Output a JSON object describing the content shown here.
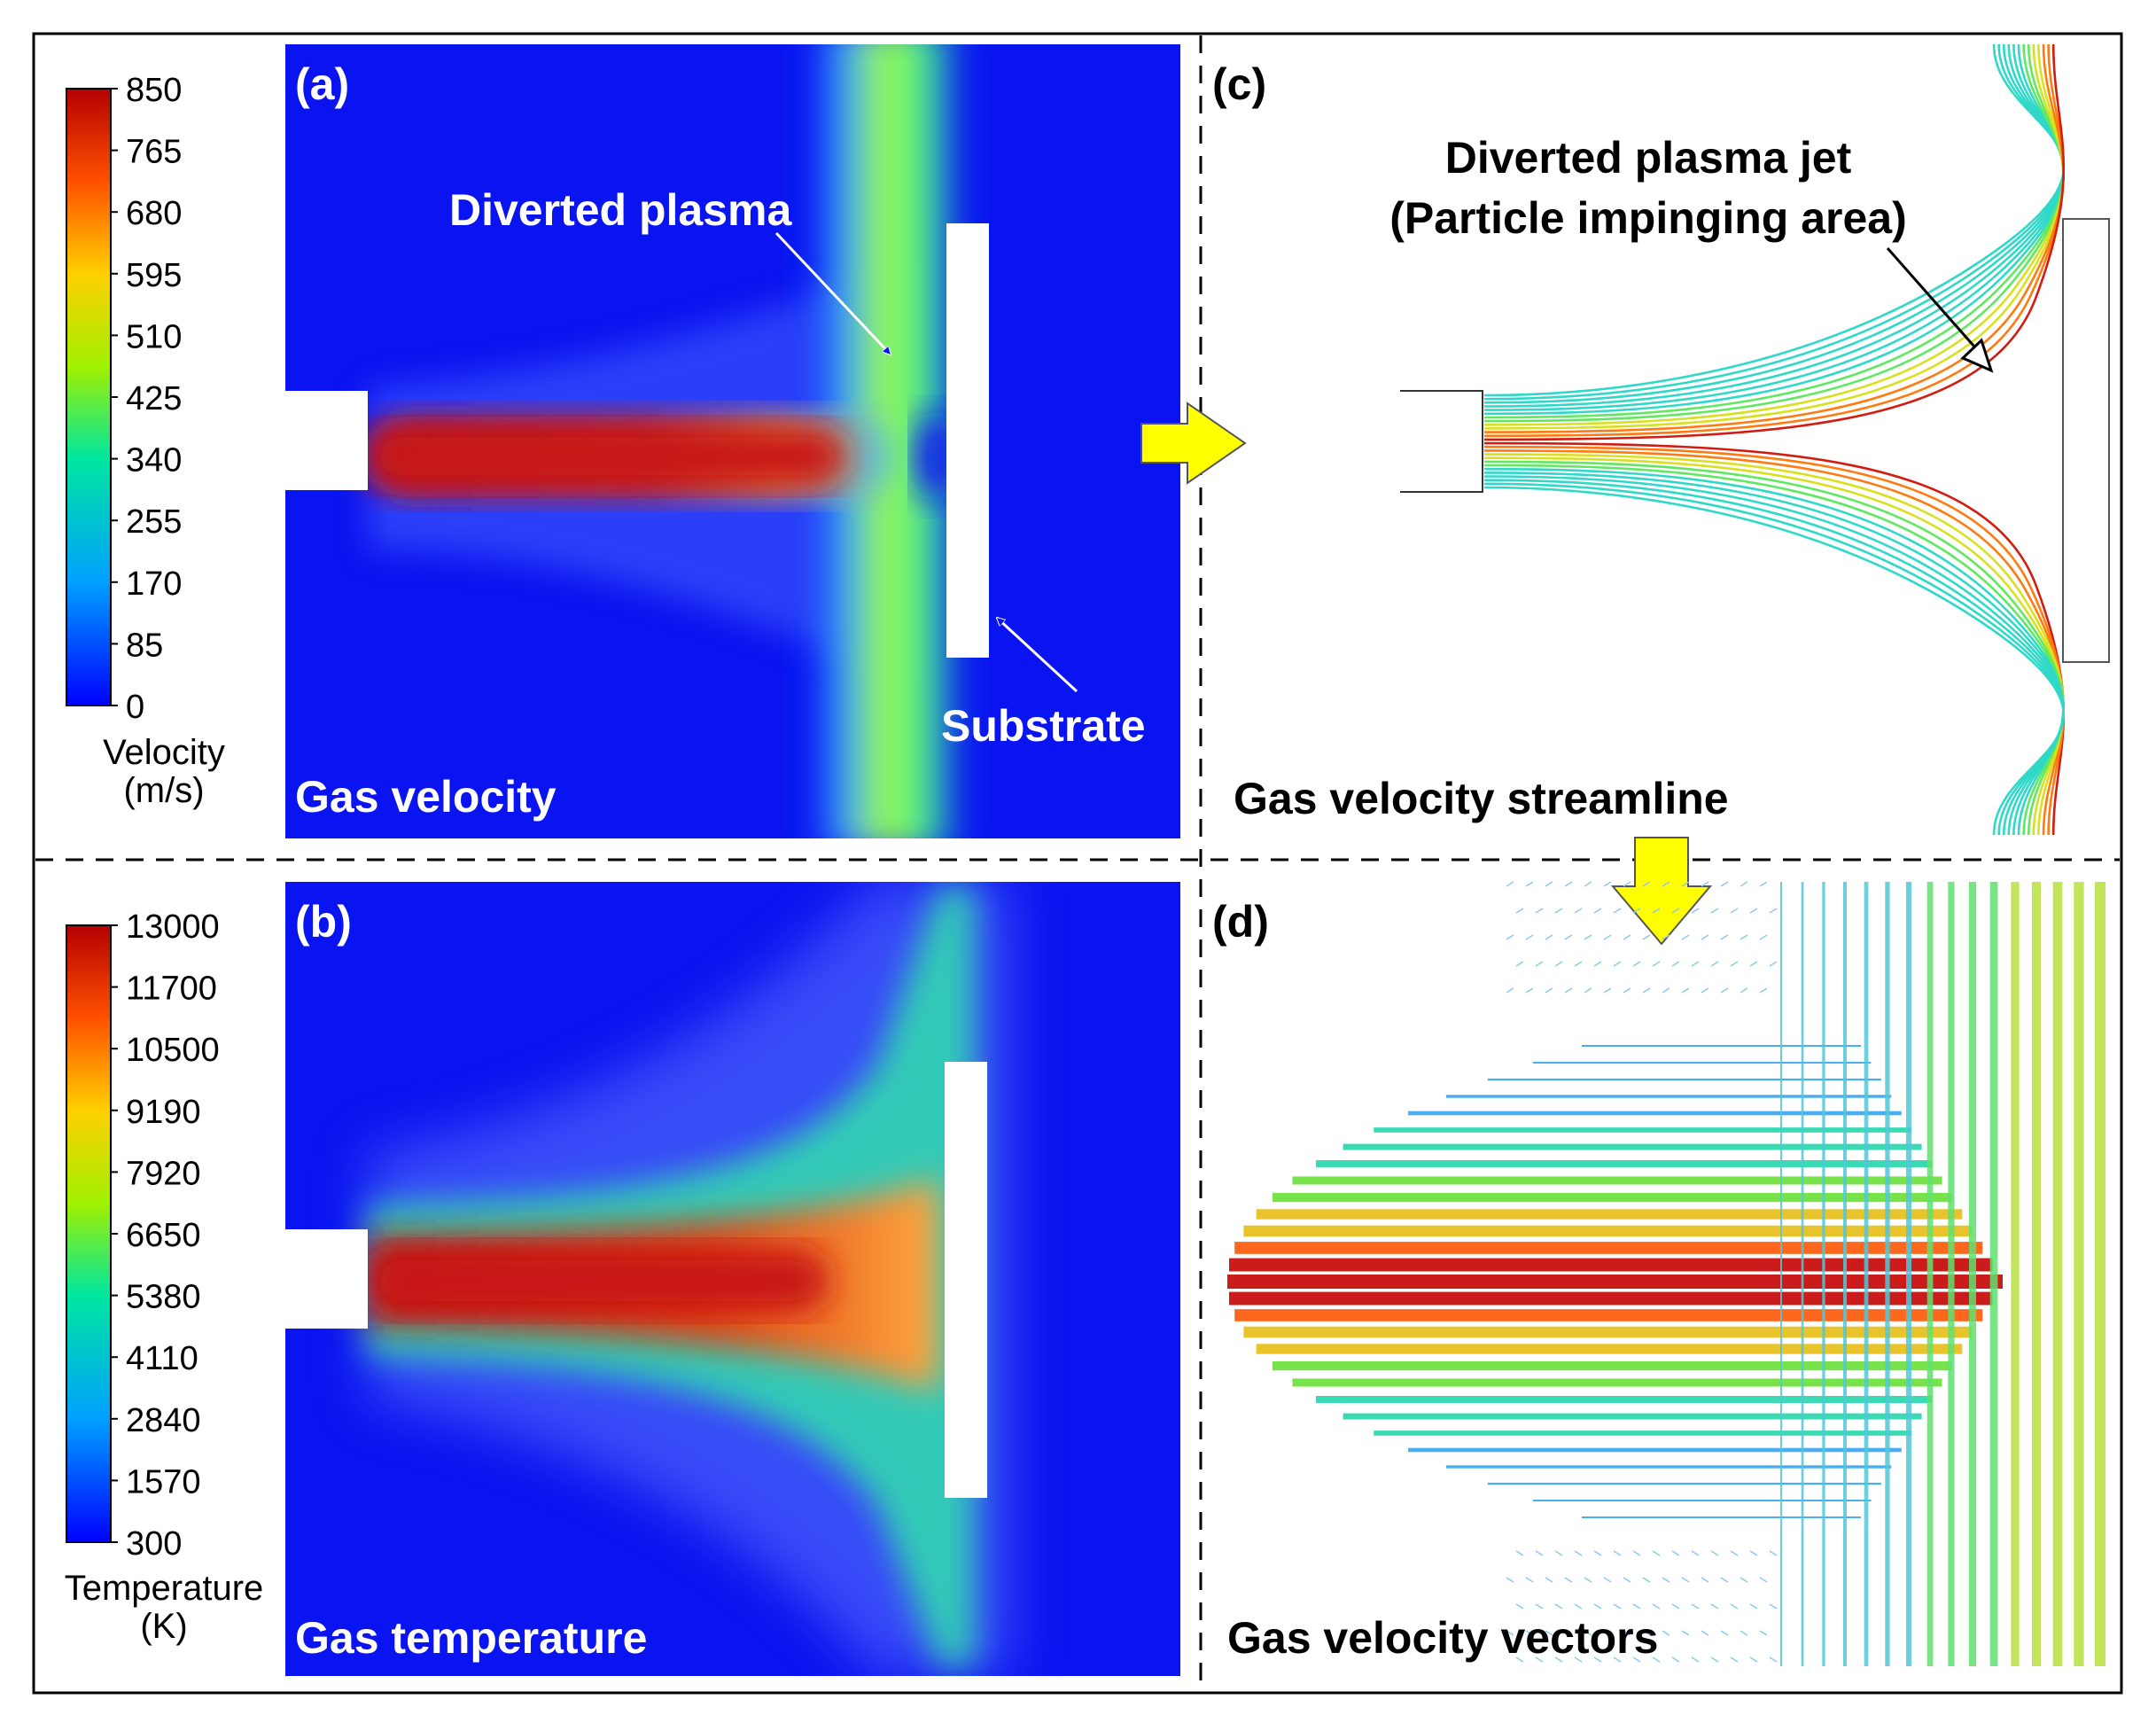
{
  "panels": {
    "a": {
      "tag": "(a)",
      "caption": "Gas velocity",
      "annotation_plasma": "Diverted plasma",
      "annotation_substrate": "Substrate"
    },
    "b": {
      "tag": "(b)",
      "caption": "Gas temperature"
    },
    "c": {
      "tag": "(c)",
      "caption": "Gas velocity streamline",
      "annotation_line1": "Diverted plasma jet",
      "annotation_line2": "(Particle impinging area)"
    },
    "d": {
      "tag": "(d)",
      "caption": "Gas velocity vectors"
    }
  },
  "colorbars": {
    "velocity": {
      "label_line1": "Velocity",
      "label_line2": "(m/s)",
      "ticks": [
        "850",
        "765",
        "680",
        "595",
        "510",
        "425",
        "340",
        "255",
        "170",
        "85",
        "0"
      ]
    },
    "temperature": {
      "label_line1": "Temperature",
      "label_line2": "(K)",
      "ticks": [
        "13000",
        "11700",
        "10500",
        "9190",
        "7920",
        "6650",
        "5380",
        "4110",
        "2840",
        "1570",
        "300"
      ]
    }
  },
  "colors": {
    "field_background": "#0a14f0",
    "jet_core": "#c81414",
    "arrow_fill": "#ffff00"
  },
  "icons": {
    "flow_arrow_right": "yellow-right-arrow",
    "flow_arrow_down": "yellow-down-arrow"
  }
}
